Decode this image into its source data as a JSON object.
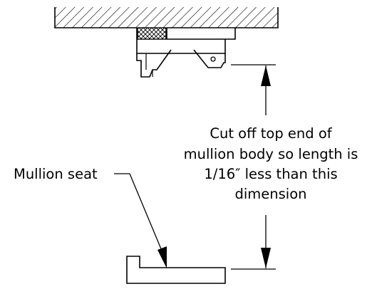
{
  "diagram": {
    "note_lines": [
      "Cut off top end of",
      "mullion body so length is",
      "1/16″ less than this",
      "dimension"
    ],
    "seat_label": "Mullion seat"
  }
}
